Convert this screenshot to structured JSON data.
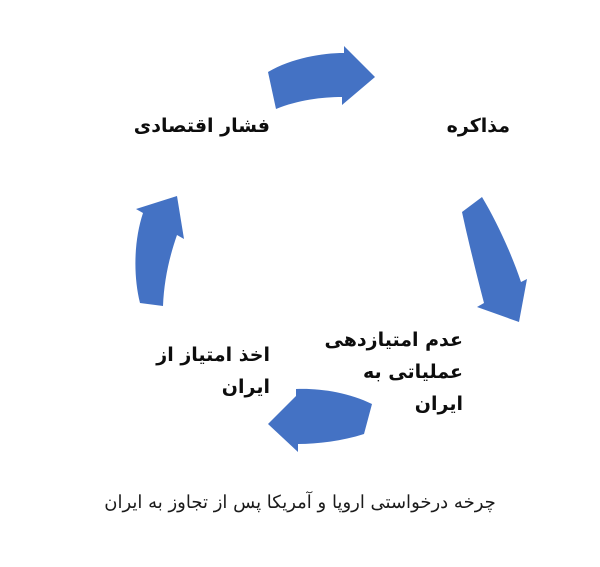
{
  "diagram": {
    "title_caption": "چرخه درخواستی اروپا و آمریکا پس از تجاوز به ایران",
    "accent_color": "#4472C4",
    "text_color": "#0D0D0D",
    "background_color": "#FFFFFF",
    "direction": "clockwise",
    "nodes": [
      {
        "id": "negotiation",
        "label": "مذاکره",
        "position": "top-right"
      },
      {
        "id": "no-operational-concession",
        "label": "عدم امتیازدهی\nعملیاتی به\nایران",
        "position": "bottom-right"
      },
      {
        "id": "obtain-concession",
        "label": "اخذ امتیاز از\nایران",
        "position": "bottom-left"
      },
      {
        "id": "economic-pressure",
        "label": "فشار اقتصادی",
        "position": "top-left"
      }
    ],
    "arrows": [
      {
        "id": "arrow-top",
        "direction": "right",
        "from": "economic-pressure",
        "to": "negotiation"
      },
      {
        "id": "arrow-right",
        "direction": "down",
        "from": "negotiation",
        "to": "no-operational-concession"
      },
      {
        "id": "arrow-bottom",
        "direction": "left",
        "from": "no-operational-concession",
        "to": "obtain-concession"
      },
      {
        "id": "arrow-left",
        "direction": "up",
        "from": "obtain-concession",
        "to": "economic-pressure"
      }
    ]
  }
}
